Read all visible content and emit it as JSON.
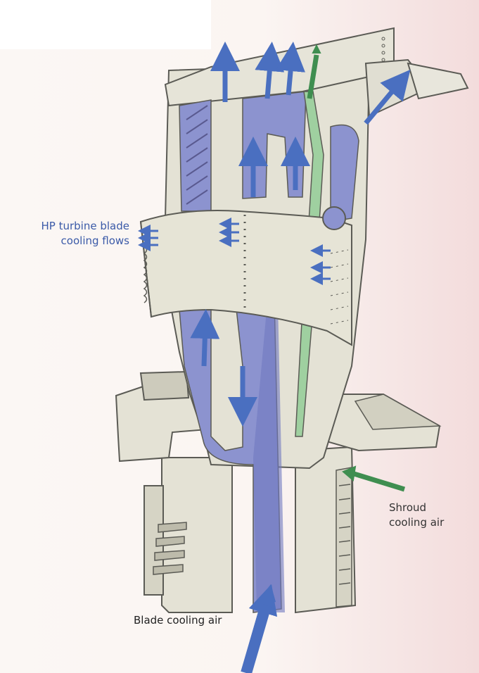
{
  "colors": {
    "metal": "#e4e2d5",
    "metal_edge": "#5b5b55",
    "metal_dark": "#c9c7b8",
    "blade_air": "#8c93cf",
    "blade_arrow": "#4a6fc0",
    "shroud_air": "#9fd0a0",
    "shroud_arrow": "#3f8e50"
  },
  "labels": {
    "hp_line1": "HP turbine blade",
    "hp_line2": "cooling flows",
    "shroud_line1": "Shroud",
    "shroud_line2": "cooling air",
    "blade_cooling_air": "Blade cooling air"
  }
}
